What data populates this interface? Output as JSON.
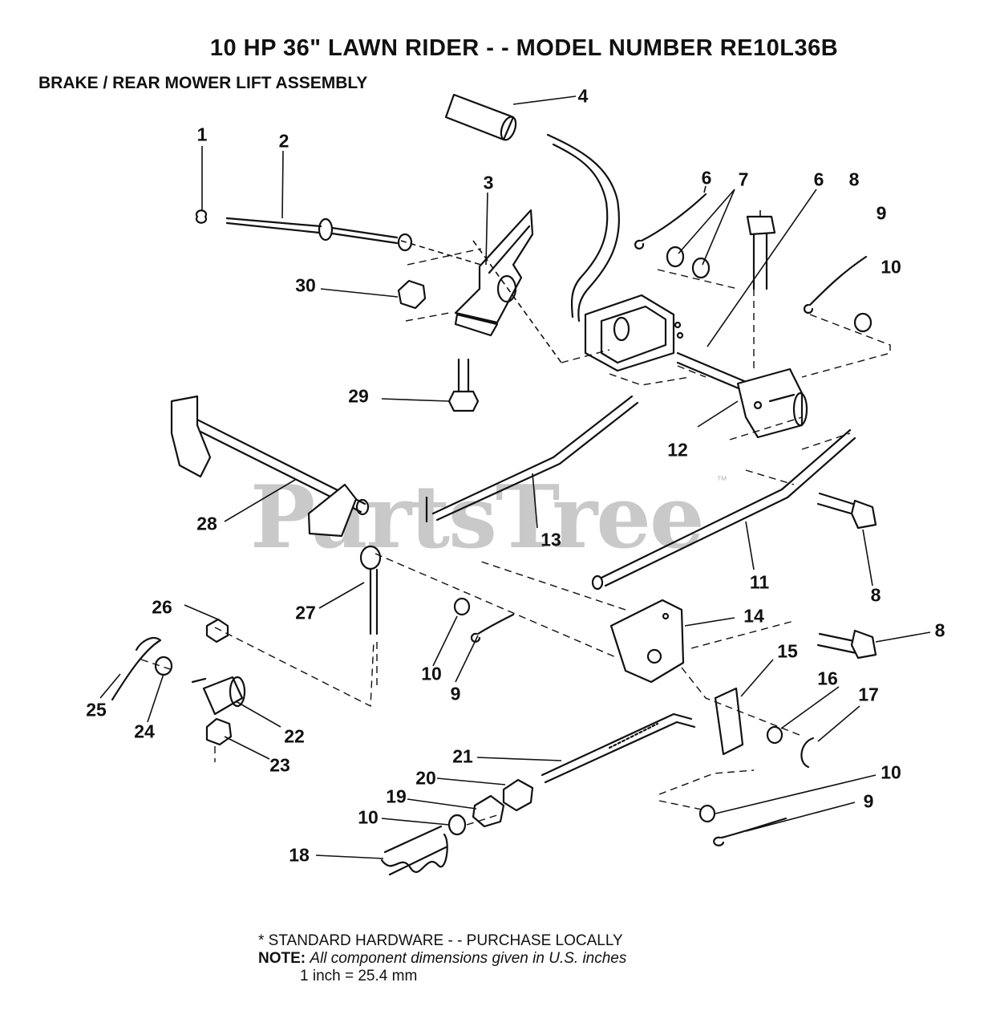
{
  "header": {
    "title": "10 HP 36\" LAWN RIDER - - MODEL NUMBER RE10L36B",
    "subtitle": "BRAKE / REAR MOWER LIFT ASSEMBLY"
  },
  "watermark": {
    "text": "PartsTree",
    "tm": "™"
  },
  "callouts": {
    "c1": "1",
    "c2": "2",
    "c3": "3",
    "c4": "4",
    "c6a": "6",
    "c7": "7",
    "c6b": "6",
    "c8a": "8",
    "c9a": "9",
    "c10a": "10",
    "c30": "30",
    "c29": "29",
    "c12": "12",
    "c28": "28",
    "c13": "13",
    "c11": "11",
    "c8b": "8",
    "c27": "27",
    "c26": "26",
    "c14": "14",
    "c8c": "8",
    "c15": "15",
    "c10b": "10",
    "c9b": "9",
    "c16": "16",
    "c17": "17",
    "c25": "25",
    "c24": "24",
    "c22": "22",
    "c23": "23",
    "c21": "21",
    "c20": "20",
    "c10c": "10",
    "c19": "19",
    "c9c": "9",
    "c10d": "10",
    "c18": "18"
  },
  "footer": {
    "standard_hardware": "* STANDARD HARDWARE - - PURCHASE LOCALLY",
    "note_label": "NOTE:",
    "note_text": "All component dimensions given in U.S. inches",
    "conversion": "1 inch = 25.4 mm"
  }
}
